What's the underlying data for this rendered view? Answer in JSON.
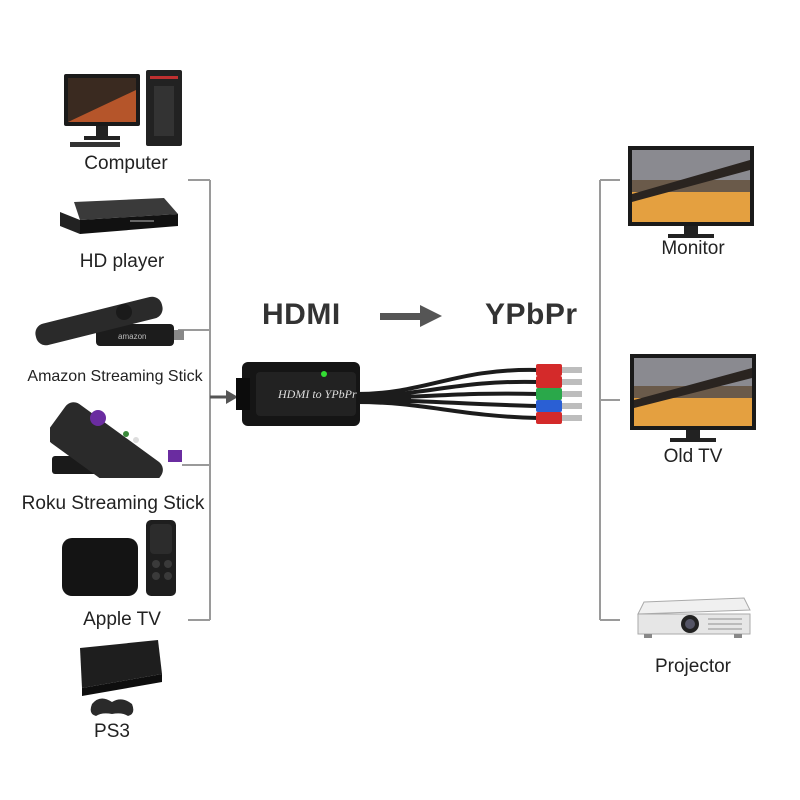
{
  "sources": [
    {
      "label": "Computer",
      "icon": "computer-icon"
    },
    {
      "label": "HD player",
      "icon": "hd-player-icon"
    },
    {
      "label": "Amazon Streaming Stick",
      "icon": "amazon-stick-icon"
    },
    {
      "label": "Roku Streaming Stick",
      "icon": "roku-stick-icon"
    },
    {
      "label": "Apple TV",
      "icon": "apple-tv-icon"
    },
    {
      "label": "PS3",
      "icon": "ps3-icon"
    }
  ],
  "conversion": {
    "from": "HDMI",
    "to": "YPbPr",
    "adapter_text": "HDMI to YPbPr"
  },
  "outputs": [
    {
      "label": "Monitor",
      "icon": "monitor-icon"
    },
    {
      "label": "Old TV",
      "icon": "old-tv-icon"
    },
    {
      "label": "Projector",
      "icon": "projector-icon"
    }
  ],
  "colors": {
    "bracket": "#9a9a9a",
    "arrow": "#555555",
    "led": "#33dd33",
    "rca_red": "#d42a2a",
    "rca_green": "#2aa84a",
    "rca_blue": "#2a5fd4"
  }
}
